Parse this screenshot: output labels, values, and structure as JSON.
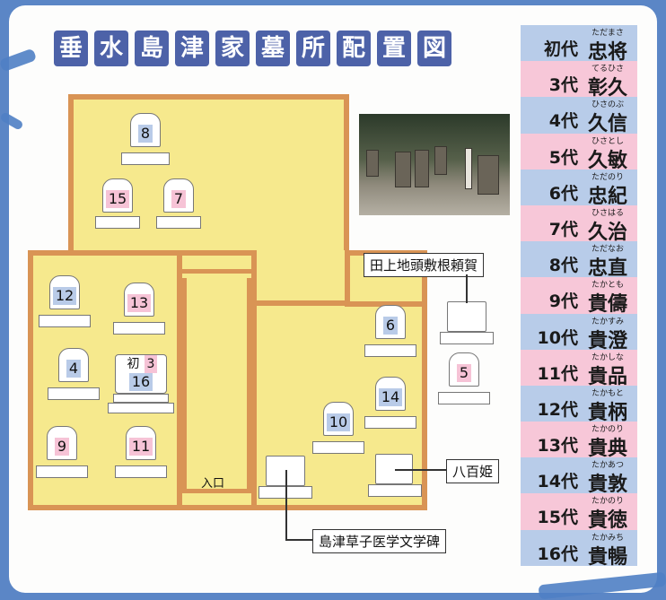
{
  "title_chars": [
    "垂",
    "水",
    "島",
    "津",
    "家",
    "墓",
    "所",
    "配",
    "置",
    "図"
  ],
  "tombs": {
    "t8": "8",
    "t15": "15",
    "t7": "7",
    "t12": "12",
    "t13": "13",
    "t4": "4",
    "t_first": "初",
    "t3": "3",
    "t16": "16",
    "t9": "9",
    "t11": "11",
    "t6": "6",
    "t14": "14",
    "t10": "10",
    "t5": "5"
  },
  "labels": {
    "tagami": "田上地頭敷根頼賀",
    "yaohohime": "八百姫",
    "shimazu_monument": "島津草子医学文学碑",
    "entrance": "入口"
  },
  "roster": [
    {
      "gen": "初代",
      "ruby": "ただまさ",
      "name": "忠将"
    },
    {
      "gen": "3代",
      "ruby": "てるひさ",
      "name": "彰久"
    },
    {
      "gen": "4代",
      "ruby": "ひさのぶ",
      "name": "久信"
    },
    {
      "gen": "5代",
      "ruby": "ひさとし",
      "name": "久敏"
    },
    {
      "gen": "6代",
      "ruby": "ただのり",
      "name": "忠紀"
    },
    {
      "gen": "7代",
      "ruby": "ひさはる",
      "name": "久治"
    },
    {
      "gen": "8代",
      "ruby": "ただなお",
      "name": "忠直"
    },
    {
      "gen": "9代",
      "ruby": "たかとも",
      "name": "貴儔"
    },
    {
      "gen": "10代",
      "ruby": "たかすみ",
      "name": "貴澄"
    },
    {
      "gen": "11代",
      "ruby": "たかしな",
      "name": "貴品"
    },
    {
      "gen": "12代",
      "ruby": "たかもと",
      "name": "貴柄"
    },
    {
      "gen": "13代",
      "ruby": "たかのり",
      "name": "貴典"
    },
    {
      "gen": "14代",
      "ruby": "たかあつ",
      "name": "貴敦"
    },
    {
      "gen": "15代",
      "ruby": "たかのり",
      "name": "貴徳"
    },
    {
      "gen": "16代",
      "ruby": "たかみち",
      "name": "貴暢"
    }
  ],
  "colors": {
    "highlight_blue": "#b9cbe8",
    "highlight_pink": "#f6c3d6",
    "wall": "#d99455",
    "ground": "#f6e98d",
    "title_bg": "#4d62a8"
  }
}
